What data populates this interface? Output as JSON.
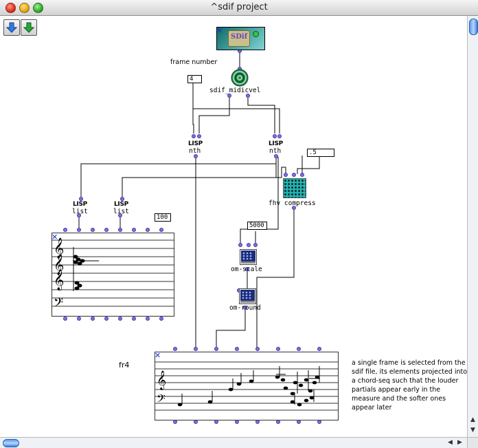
{
  "window": {
    "title": "^sdif project"
  },
  "toolbar": {
    "back_icon": "blue-down-arrow-icon",
    "forward_icon": "green-down-arrow-icon"
  },
  "patch": {
    "labels": {
      "frame_number": "frame number",
      "fr4": "fr4"
    },
    "boxes": {
      "sdif_file": {
        "name": "SDif"
      },
      "sdif_midicvel": {
        "label": "sdif_midicvel"
      },
      "nth_left": {
        "icon": "LISP",
        "label": "nth"
      },
      "nth_right": {
        "icon": "LISP",
        "label": "nth"
      },
      "list_left": {
        "icon": "LISP",
        "label": "list"
      },
      "list_right": {
        "icon": "LISP",
        "label": "list"
      },
      "fhv_compress": {
        "label": "fhv compress"
      },
      "om_scale": {
        "label": "om-scale"
      },
      "om_round": {
        "label": "om-round"
      }
    },
    "number_boxes": {
      "frame_index": "4",
      "compress_factor": ".5",
      "scale_max": "5000",
      "chord_value": "100"
    },
    "comment": "a single frame is selected from the sdif file, its elements projected into a chord-seq such that the louder partials appear early in the measure and the softer ones appear later"
  }
}
